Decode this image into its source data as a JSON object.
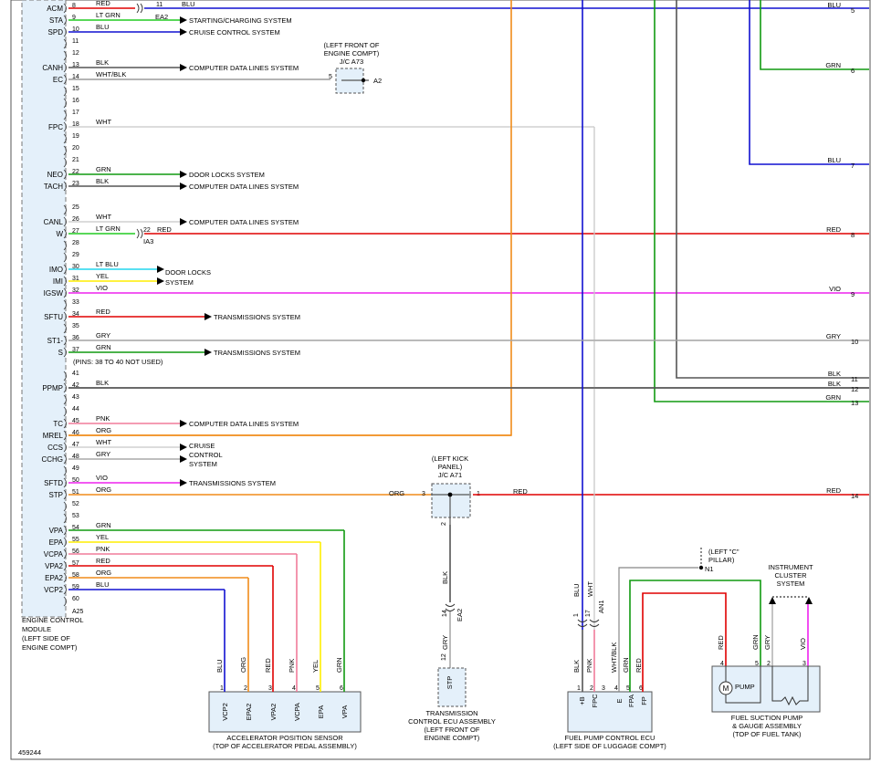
{
  "diagram_id": "459244",
  "ecm": {
    "label_lines": [
      "ENGINE CONTROL",
      "MODULE",
      "(LEFT SIDE OF",
      "ENGINE COMPT)"
    ],
    "connector": "A25",
    "pins": [
      {
        "num": "8",
        "name": "ACM",
        "color": "RED"
      },
      {
        "num": "9",
        "name": "STA",
        "color": "LT GRN"
      },
      {
        "num": "10",
        "name": "SPD",
        "color": "BLU"
      },
      {
        "num": "11",
        "name": "",
        "color": ""
      },
      {
        "num": "12",
        "name": "",
        "color": ""
      },
      {
        "num": "13",
        "name": "CANH",
        "color": "BLK"
      },
      {
        "num": "14",
        "name": "EC",
        "color": "WHT/BLK"
      },
      {
        "num": "15",
        "name": "",
        "color": ""
      },
      {
        "num": "16",
        "name": "",
        "color": ""
      },
      {
        "num": "17",
        "name": "",
        "color": ""
      },
      {
        "num": "18",
        "name": "FPC",
        "color": "WHT"
      },
      {
        "num": "19",
        "name": "",
        "color": ""
      },
      {
        "num": "20",
        "name": "",
        "color": ""
      },
      {
        "num": "21",
        "name": "",
        "color": ""
      },
      {
        "num": "22",
        "name": "NEO",
        "color": "GRN"
      },
      {
        "num": "23",
        "name": "TACH",
        "color": "BLK"
      },
      {
        "num": "25",
        "name": "",
        "color": ""
      },
      {
        "num": "26",
        "name": "CANL",
        "color": "WHT"
      },
      {
        "num": "27",
        "name": "W",
        "color": "LT GRN"
      },
      {
        "num": "28",
        "name": "",
        "color": ""
      },
      {
        "num": "29",
        "name": "",
        "color": ""
      },
      {
        "num": "30",
        "name": "IMO",
        "color": "LT BLU"
      },
      {
        "num": "31",
        "name": "IMI",
        "color": "YEL"
      },
      {
        "num": "32",
        "name": "IGSW",
        "color": "VIO"
      },
      {
        "num": "33",
        "name": "",
        "color": ""
      },
      {
        "num": "34",
        "name": "SFTU",
        "color": "RED"
      },
      {
        "num": "35",
        "name": "",
        "color": ""
      },
      {
        "num": "36",
        "name": "ST1-",
        "color": "GRY"
      },
      {
        "num": "37",
        "name": "S",
        "color": "GRN"
      },
      {
        "num": "41",
        "name": "",
        "color": ""
      },
      {
        "num": "42",
        "name": "PPMP",
        "color": "BLK"
      },
      {
        "num": "43",
        "name": "",
        "color": ""
      },
      {
        "num": "44",
        "name": "",
        "color": ""
      },
      {
        "num": "45",
        "name": "TC",
        "color": "PNK"
      },
      {
        "num": "46",
        "name": "MREL",
        "color": "ORG"
      },
      {
        "num": "47",
        "name": "CCS",
        "color": "WHT"
      },
      {
        "num": "48",
        "name": "CCHG",
        "color": "GRY"
      },
      {
        "num": "49",
        "name": "",
        "color": ""
      },
      {
        "num": "50",
        "name": "SFTD",
        "color": "VIO"
      },
      {
        "num": "51",
        "name": "STP",
        "color": "ORG"
      },
      {
        "num": "52",
        "name": "",
        "color": ""
      },
      {
        "num": "53",
        "name": "",
        "color": ""
      },
      {
        "num": "54",
        "name": "VPA",
        "color": "GRN"
      },
      {
        "num": "55",
        "name": "EPA",
        "color": "YEL"
      },
      {
        "num": "56",
        "name": "VCPA",
        "color": "PNK"
      },
      {
        "num": "57",
        "name": "VPA2",
        "color": "RED"
      },
      {
        "num": "58",
        "name": "EPA2",
        "color": "ORG"
      },
      {
        "num": "59",
        "name": "VCP2",
        "color": "BLU"
      },
      {
        "num": "60",
        "name": "",
        "color": ""
      }
    ],
    "pins_note": "(PINS: 38 TO 40 NOT USED)"
  },
  "systems": {
    "starting": "STARTING/CHARGING SYSTEM",
    "cruise": "CRUISE CONTROL SYSTEM",
    "cdl": "COMPUTER DATA LINES SYSTEM",
    "door_locks": "DOOR LOCKS SYSTEM",
    "door_locks_2": [
      "DOOR LOCKS",
      "SYSTEM"
    ],
    "trans": "TRANSMISSIONS SYSTEM",
    "cruise_3": [
      "CRUISE",
      "CONTROL",
      "SYSTEM"
    ]
  },
  "inline": {
    "ea2": "EA2",
    "ea2_pin": "11",
    "ea2_wire": "BLU",
    "ia3": "IA3",
    "ia3_pin": "22",
    "ia3_wire": "RED"
  },
  "jc_a73": {
    "label_lines": [
      "(LEFT FRONT OF",
      "ENGINE COMPT)",
      "J/C A73"
    ],
    "pin": "5",
    "ground": "A2"
  },
  "jc_a71": {
    "label_lines": [
      "(LEFT KICK",
      "PANEL)",
      "J/C A71"
    ],
    "pin_left": "3",
    "pin_right": "1",
    "pin_bottom": "2",
    "wire_in": "ORG",
    "wire_out": "RED",
    "wire_down": "BLK"
  },
  "ea2_lower": {
    "pin": "14",
    "conn": "EA2",
    "wire": "GRY"
  },
  "tcm": {
    "pin": "12",
    "terminal": "STP",
    "label_lines": [
      "TRANSMISSION",
      "CONTROL ECU ASSEMBLY",
      "(LEFT FRONT OF",
      "ENGINE COMPT)"
    ]
  },
  "right_wires": [
    {
      "num": "5",
      "color": "BLU"
    },
    {
      "num": "6",
      "color": "GRN"
    },
    {
      "num": "7",
      "color": "BLU"
    },
    {
      "num": "8",
      "color": "RED"
    },
    {
      "num": "9",
      "color": "VIO"
    },
    {
      "num": "10",
      "color": "GRY"
    },
    {
      "num": "11",
      "color": "BLK"
    },
    {
      "num": "12",
      "color": "BLK"
    },
    {
      "num": "13",
      "color": "GRN"
    },
    {
      "num": "14",
      "color": "RED"
    }
  ],
  "aps": {
    "label_lines": [
      "ACCELERATOR POSITION SENSOR",
      "(TOP OF ACCELERATOR PEDAL ASSEMBLY)"
    ],
    "pins": [
      {
        "num": "1",
        "name": "VCP2",
        "color": "BLU"
      },
      {
        "num": "2",
        "name": "EPA2",
        "color": "ORG"
      },
      {
        "num": "3",
        "name": "VPA2",
        "color": "RED"
      },
      {
        "num": "4",
        "name": "VCPA",
        "color": "PNK"
      },
      {
        "num": "5",
        "name": "EPA",
        "color": "YEL"
      },
      {
        "num": "6",
        "name": "VPA",
        "color": "GRN"
      }
    ]
  },
  "fpc": {
    "label_lines": [
      "FUEL PUMP CONTROL ECU",
      "(LEFT SIDE OF LUGGAGE COMPT)"
    ],
    "conn_in": "AN1",
    "in_pin_1": "1",
    "in_pin_17": "17",
    "in_wire_1": "BLU",
    "in_wire_17": "WHT",
    "pins": [
      {
        "num": "1",
        "name": "+B",
        "color": "BLK"
      },
      {
        "num": "2",
        "name": "FPC",
        "color": "PNK"
      },
      {
        "num": "3",
        "name": "",
        "color": ""
      },
      {
        "num": "4",
        "name": "E",
        "color": "WHT/BLK"
      },
      {
        "num": "5",
        "name": "FPA",
        "color": "GRN"
      },
      {
        "num": "6",
        "name": "FP",
        "color": "RED"
      }
    ]
  },
  "ground_n1": {
    "label_lines": [
      "(LEFT \"C\"",
      "PILLAR)"
    ],
    "name": "N1"
  },
  "cluster": {
    "label_lines": [
      "INSTRUMENT",
      "CLUSTER",
      "SYSTEM"
    ]
  },
  "pump": {
    "label_lines": [
      "FUEL SUCTION PUMP",
      "& GAUGE ASSEMBLY",
      "(TOP OF FUEL TANK)"
    ],
    "motor": "M",
    "pump_label": "PUMP",
    "pins": [
      {
        "num": "4",
        "color": "RED"
      },
      {
        "num": "5",
        "color": "GRN"
      },
      {
        "num": "2",
        "color": "GRY"
      },
      {
        "num": "3",
        "color": "VIO"
      }
    ]
  },
  "palette": {
    "RED": "#e00000",
    "BLU": "#1010d0",
    "LTGRN": "#22cc22",
    "GRN": "#119a11",
    "BLK": "#555555",
    "WHT": "#c8c8c8",
    "LTBLU": "#22d5ee",
    "YEL": "#ffee00",
    "VIO": "#ee22ee",
    "GRY": "#aaaaaa",
    "PNK": "#f07b9a",
    "ORG": "#f08c1a",
    "WHTBLK": "#888888",
    "ECM_BG": "#e4f0fa"
  }
}
